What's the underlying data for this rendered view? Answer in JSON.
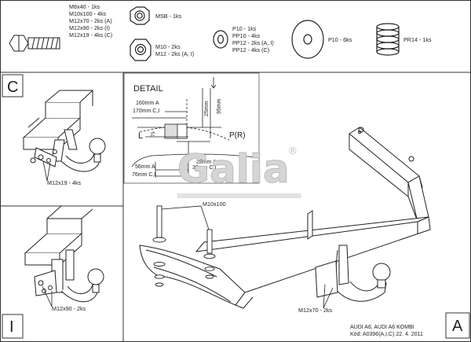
{
  "parts": {
    "bolts": [
      "M8x40 - 1ks",
      "M10x100 - 4ks",
      "M12x70 - 2ks (A)",
      "M12x90 - 2ks (I)",
      "M12x19 - 4ks (C)"
    ],
    "nut_msb": "MSB - 1ks",
    "nuts": [
      "M10 - 2ks",
      "M12 - 2ks (A, I)"
    ],
    "washers": [
      "P10 - 1ks",
      "PP10 - 4ks",
      "PP12 - 2ks (A, I)",
      "PP12 - 4ks (C)"
    ],
    "big_washer": "P10 - 6ks",
    "spring": "PR14 - 1ks"
  },
  "panels": {
    "c_letter": "C",
    "i_letter": "I",
    "a_letter": "A",
    "c_bolt": "M12x19 - 4ks",
    "i_bolt": "M12x90 - 2ks",
    "a_bolt": "M12x70 - 2ks",
    "main_bolt": "M10x100"
  },
  "detail": {
    "title": "DETAIL",
    "dim_160": "160mm A",
    "dim_170": "170mm C,I",
    "dim_25": "25mm",
    "dim_95": "95mm",
    "dim_75": "75",
    "label_l": "L",
    "label_pr": "P(R)",
    "dim_28": "28mm A",
    "dim_38": "38mm C,I",
    "dim_56": "56mm A",
    "dim_76": "76mm C,I"
  },
  "brand": {
    "name": "Galia",
    "reg": "®"
  },
  "footer": {
    "model": "AUDI A6, AUDI A6 KOMBI",
    "code": "Kód: A0396(A,I,C)  22. 4. 2011"
  }
}
